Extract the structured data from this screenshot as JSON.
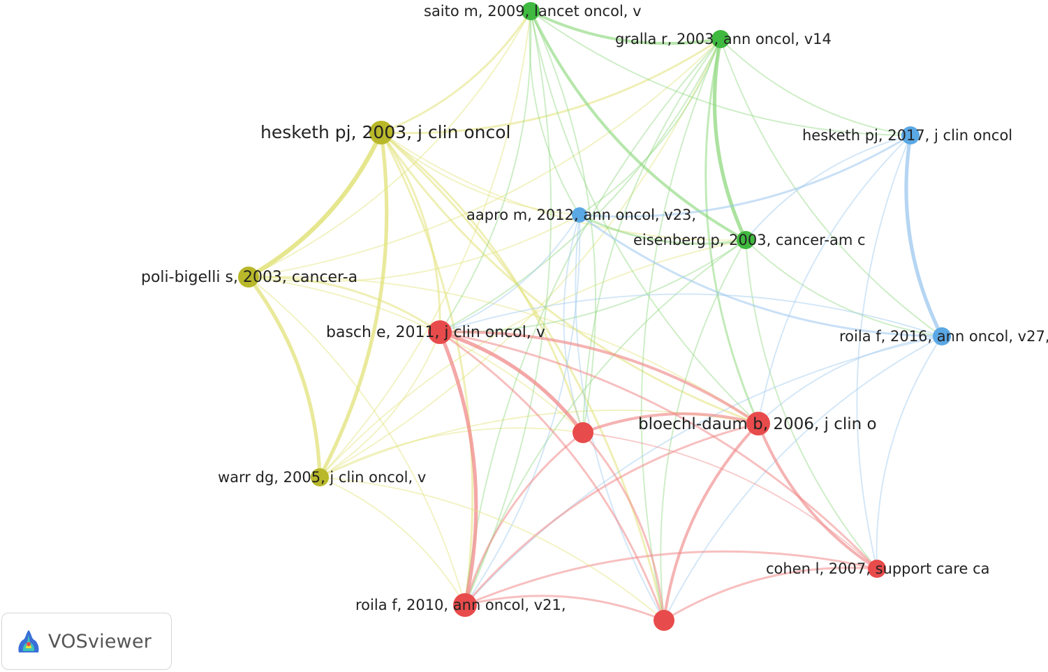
{
  "branding": {
    "name": "VOSviewer"
  },
  "cluster_colors": {
    "red": "#e84b4b",
    "green": "#3fb93f",
    "blue": "#5aa8e4",
    "yellow": "#b8b82a"
  },
  "link_colors": {
    "red": "#f08a8a",
    "green": "#8fd87f",
    "blue": "#9cc7ee",
    "yellow": "#e2e27a"
  },
  "nodes": [
    {
      "id": "saito2009",
      "label": "saito m, 2009, lancet oncol, v",
      "cluster": "green",
      "weight": 3
    },
    {
      "id": "gralla2003",
      "label": "gralla r, 2003, ann oncol, v14",
      "cluster": "green",
      "weight": 3
    },
    {
      "id": "hesketh2003",
      "label": "hesketh pj, 2003, j clin oncol",
      "cluster": "yellow",
      "weight": 5
    },
    {
      "id": "hesketh2017",
      "label": "hesketh pj, 2017, j clin oncol",
      "cluster": "blue",
      "weight": 3
    },
    {
      "id": "aapro2012",
      "label": "aapro m, 2012, ann oncol, v23,",
      "cluster": "blue",
      "weight": 2
    },
    {
      "id": "eisenberg2003",
      "label": "eisenberg p, 2003, cancer-am c",
      "cluster": "green",
      "weight": 3
    },
    {
      "id": "poli2003",
      "label": "poli-bigelli s, 2003, cancer-a",
      "cluster": "yellow",
      "weight": 4
    },
    {
      "id": "basch2011",
      "label": "basch e, 2011, j clin oncol, v",
      "cluster": "red",
      "weight": 5
    },
    {
      "id": "roila2016",
      "label": "roila f, 2016, ann oncol, v27,",
      "cluster": "blue",
      "weight": 3
    },
    {
      "id": "red_mid",
      "label": "",
      "cluster": "red",
      "weight": 4
    },
    {
      "id": "bloechl2006",
      "label": "bloechl-daum b, 2006, j clin o",
      "cluster": "red",
      "weight": 5
    },
    {
      "id": "warr2005",
      "label": "warr dg, 2005, j clin oncol, v",
      "cluster": "yellow",
      "weight": 3
    },
    {
      "id": "cohen2007",
      "label": "cohen l, 2007, support care ca",
      "cluster": "red",
      "weight": 3
    },
    {
      "id": "roila2010",
      "label": "roila f, 2010, ann oncol, v21,",
      "cluster": "red",
      "weight": 5
    },
    {
      "id": "red_bottom",
      "label": "",
      "cluster": "red",
      "weight": 4
    }
  ],
  "links": [
    [
      "hesketh2003",
      "poli2003",
      5
    ],
    [
      "hesketh2003",
      "warr2005",
      4
    ],
    [
      "poli2003",
      "warr2005",
      4
    ],
    [
      "hesketh2003",
      "saito2009",
      2
    ],
    [
      "hesketh2003",
      "gralla2003",
      2
    ],
    [
      "hesketh2003",
      "basch2011",
      2
    ],
    [
      "hesketh2003",
      "red_mid",
      2
    ],
    [
      "hesketh2003",
      "roila2010",
      2
    ],
    [
      "hesketh2003",
      "bloechl2006",
      2
    ],
    [
      "hesketh2003",
      "red_bottom",
      2
    ],
    [
      "hesketh2003",
      "eisenberg2003",
      1
    ],
    [
      "hesketh2003",
      "aapro2012",
      1
    ],
    [
      "poli2003",
      "basch2011",
      2
    ],
    [
      "poli2003",
      "gralla2003",
      1
    ],
    [
      "poli2003",
      "saito2009",
      1
    ],
    [
      "poli2003",
      "bloechl2006",
      1
    ],
    [
      "poli2003",
      "red_mid",
      1
    ],
    [
      "poli2003",
      "aapro2012",
      1
    ],
    [
      "warr2005",
      "basch2011",
      1
    ],
    [
      "warr2005",
      "saito2009",
      1
    ],
    [
      "warr2005",
      "gralla2003",
      1
    ],
    [
      "warr2005",
      "bloechl2006",
      1
    ],
    [
      "warr2005",
      "red_mid",
      1
    ],
    [
      "warr2005",
      "eisenberg2003",
      1
    ],
    [
      "saito2009",
      "gralla2003",
      3
    ],
    [
      "saito2009",
      "eisenberg2003",
      3
    ],
    [
      "gralla2003",
      "eisenberg2003",
      4
    ],
    [
      "saito2009",
      "basch2011",
      1
    ],
    [
      "saito2009",
      "roila2010",
      1
    ],
    [
      "saito2009",
      "red_mid",
      1
    ],
    [
      "saito2009",
      "aapro2012",
      1
    ],
    [
      "saito2009",
      "hesketh2017",
      1
    ],
    [
      "saito2009",
      "bloechl2006",
      1
    ],
    [
      "gralla2003",
      "basch2011",
      1
    ],
    [
      "gralla2003",
      "red_mid",
      1
    ],
    [
      "gralla2003",
      "roila2010",
      1
    ],
    [
      "gralla2003",
      "hesketh2017",
      1
    ],
    [
      "gralla2003",
      "roila2016",
      1
    ],
    [
      "gralla2003",
      "bloechl2006",
      2
    ],
    [
      "gralla2003",
      "red_bottom",
      1
    ],
    [
      "gralla2003",
      "aapro2012",
      1
    ],
    [
      "eisenberg2003",
      "basch2011",
      1
    ],
    [
      "eisenberg2003",
      "aapro2012",
      2
    ],
    [
      "eisenberg2003",
      "red_bottom",
      1
    ],
    [
      "eisenberg2003",
      "roila2010",
      1
    ],
    [
      "eisenberg2003",
      "cohen2007",
      1
    ],
    [
      "eisenberg2003",
      "roila2016",
      1
    ],
    [
      "hesketh2017",
      "roila2016",
      4
    ],
    [
      "hesketh2017",
      "aapro2012",
      2
    ],
    [
      "aapro2012",
      "roila2016",
      2
    ],
    [
      "hesketh2017",
      "bloechl2006",
      1
    ],
    [
      "hesketh2017",
      "cohen2007",
      1
    ],
    [
      "hesketh2017",
      "eisenberg2003",
      1
    ],
    [
      "aapro2012",
      "basch2011",
      1
    ],
    [
      "aapro2012",
      "red_mid",
      1
    ],
    [
      "aapro2012",
      "roila2010",
      1
    ],
    [
      "aapro2012",
      "red_bottom",
      1
    ],
    [
      "roila2016",
      "cohen2007",
      1
    ],
    [
      "roila2016",
      "red_bottom",
      1
    ],
    [
      "roila2016",
      "bloechl2006",
      1
    ],
    [
      "roila2016",
      "basch2011",
      1
    ],
    [
      "roila2016",
      "roila2010",
      1
    ],
    [
      "basch2011",
      "red_mid",
      4
    ],
    [
      "basch2011",
      "bloechl2006",
      3
    ],
    [
      "basch2011",
      "roila2010",
      4
    ],
    [
      "basch2011",
      "red_bottom",
      2
    ],
    [
      "basch2011",
      "cohen2007",
      2
    ],
    [
      "red_mid",
      "bloechl2006",
      3
    ],
    [
      "red_mid",
      "roila2010",
      2
    ],
    [
      "red_mid",
      "red_bottom",
      2
    ],
    [
      "red_mid",
      "cohen2007",
      1
    ],
    [
      "bloechl2006",
      "roila2010",
      2
    ],
    [
      "bloechl2006",
      "red_bottom",
      3
    ],
    [
      "bloechl2006",
      "cohen2007",
      3
    ],
    [
      "roila2010",
      "red_bottom",
      2
    ],
    [
      "roila2010",
      "cohen2007",
      2
    ],
    [
      "red_bottom",
      "cohen2007",
      2
    ],
    [
      "warr2005",
      "roila2010",
      1
    ],
    [
      "poli2003",
      "roila2010",
      1
    ],
    [
      "warr2005",
      "red_bottom",
      1
    ]
  ]
}
